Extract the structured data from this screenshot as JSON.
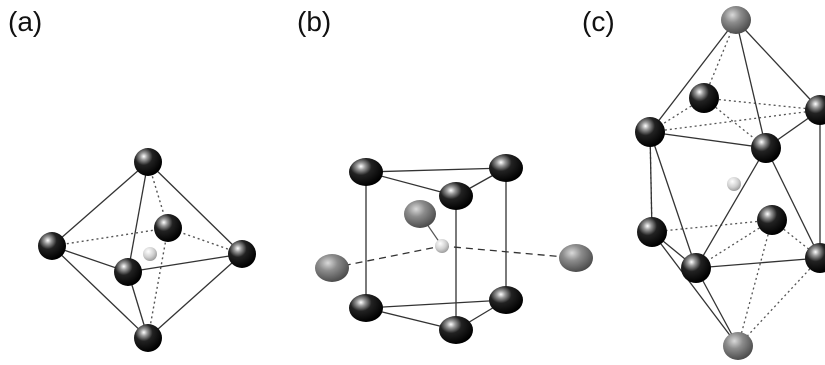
{
  "panels": [
    {
      "label": "(a)"
    },
    {
      "label": "(b)"
    },
    {
      "label": "(c)"
    }
  ],
  "colors": {
    "black_atom": "#111111",
    "gray_atom": "#7a7a7a",
    "center_atom": "#cfcfcf",
    "bond": "#333333",
    "hidden_bond": "#555555"
  }
}
